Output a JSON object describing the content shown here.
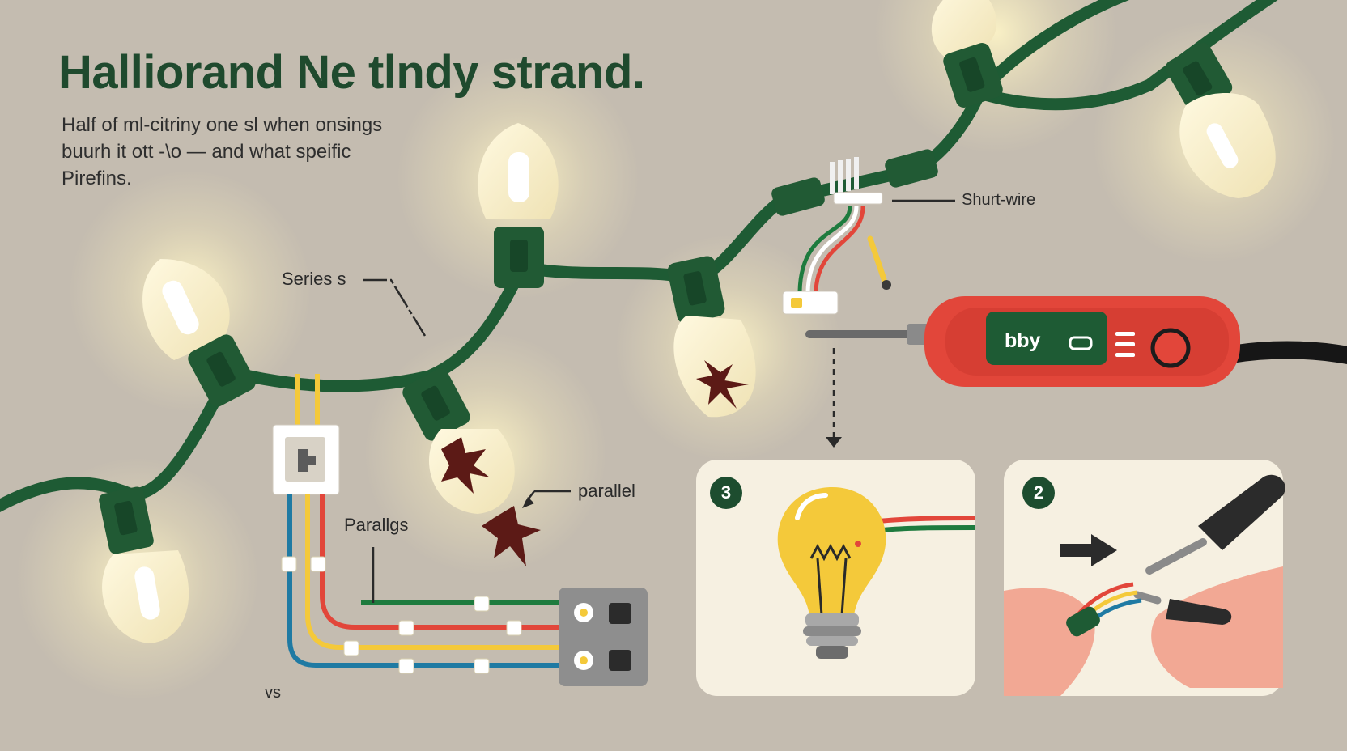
{
  "title": "Halliorand Ne tlndy strand.",
  "subtitle": [
    "Half of ml-citriny one sl when onsings",
    "buurh it ott -\\o — and what speific",
    "Pirefins."
  ],
  "labels": {
    "shunt_wire": "Shurt-wire",
    "series": "Series s",
    "parallel_lower": "parallel",
    "parallel_upper": "Parallgs",
    "vs": "vs"
  },
  "tester": {
    "readout": "bby"
  },
  "steps": [
    {
      "number": "3"
    },
    {
      "number": "2"
    }
  ],
  "colors": {
    "background": "#c4bcb0",
    "wire_green": "#1e5b34",
    "bulb_glow": "#f4ecc8",
    "tester_red": "#e2463a",
    "panel_bg": "#f6f0e1",
    "burn_mark": "#5c1a16"
  },
  "icons": [
    "bulb-icon",
    "burnt-bulb-icon",
    "tester-icon",
    "switch-icon",
    "connector-block-icon",
    "arrow-icon",
    "hand-icon",
    "pliers-icon"
  ]
}
